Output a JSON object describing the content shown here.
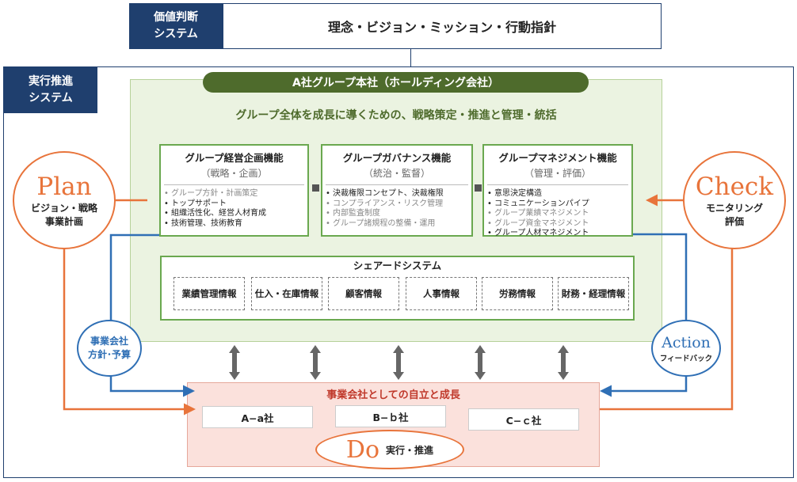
{
  "value_system": {
    "label_line1": "価値判断",
    "label_line2": "システム",
    "content": "理念・ビジョン・ミッション・行動指針"
  },
  "execution_system": {
    "label_line1": "実行推進",
    "label_line2": "システム"
  },
  "hq": {
    "title": "A社グループ本社（ホールディング会社）",
    "subtitle": "グループ全体を成長に導くための、戦略策定・推進と管理・統括"
  },
  "functions": [
    {
      "title": "グループ経営企画機能",
      "sub": "（戦略・企画）",
      "items": [
        "グループ方針・計画策定",
        "トップサポート",
        "組織活性化、経営人材育成",
        "技術管理、技術教育"
      ],
      "muted": [
        true,
        false,
        false,
        false
      ]
    },
    {
      "title": "グループガバナンス機能",
      "sub": "（統治・監督）",
      "items": [
        "決裁権限コンセプト、決裁権限",
        "コンプライアンス・リスク管理",
        "内部監査制度",
        "グループ諸規程の整備・運用"
      ],
      "muted": [
        false,
        true,
        true,
        true
      ]
    },
    {
      "title": "グループマネジメント機能",
      "sub": "（管理・評価）",
      "items": [
        "意思決定構造",
        "コミュニケーションパイプ",
        "グループ業績マネジメント",
        "グループ資金マネジメント",
        "グループ人材マネジメント"
      ],
      "muted": [
        false,
        false,
        true,
        true,
        false
      ]
    }
  ],
  "shared_system": {
    "title": "シェアードシステム",
    "items": [
      "業績管理情報",
      "仕入・在庫情報",
      "顧客情報",
      "人事情報",
      "労務情報",
      "財務・経理情報"
    ]
  },
  "plan": {
    "title": "Plan",
    "line1": "ビジョン・戦略",
    "line2": "事業計画"
  },
  "check": {
    "title": "Check",
    "line1": "モニタリング",
    "line2": "評価"
  },
  "policy": {
    "line1": "事業会社",
    "line2": "方針･予算"
  },
  "action": {
    "title": "Action",
    "sub": "フィードバック"
  },
  "do_area": {
    "title": "事業会社としての自立と成長",
    "companies": [
      "A−a社",
      "B−ｂ社",
      "C−ｃ社"
    ],
    "do_title": "Do",
    "do_sub": "実行・推進"
  },
  "colors": {
    "navy": "#1f3f6e",
    "green_header": "#4e6b2c",
    "green_bg": "#ebf3e1",
    "green_border": "#6aa84f",
    "orange": "#e8743b",
    "blue": "#2f6fb5",
    "pink_bg": "#fbe1dc",
    "red_text": "#c0392b"
  }
}
